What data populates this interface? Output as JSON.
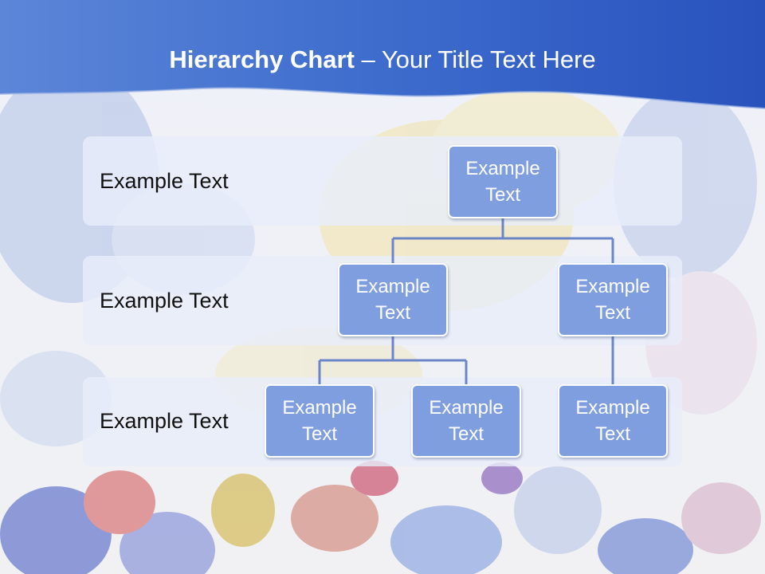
{
  "title": {
    "bold": "Hierarchy Chart",
    "rest": " – Your Title Text Here"
  },
  "levels": [
    {
      "label": "Example Text"
    },
    {
      "label": "Example Text"
    },
    {
      "label": "Example Text"
    }
  ],
  "nodes": {
    "root": "Example Text",
    "left": "Example Text",
    "right": "Example Text",
    "left_child_1": "Example Text",
    "left_child_2": "Example Text",
    "right_child_1": "Example Text"
  },
  "colors": {
    "header": "#2f5fc4",
    "node_fill": "#7f9ee0",
    "node_border": "#ffffff",
    "connector": "#6a86c8",
    "band": "#e8eefa"
  }
}
